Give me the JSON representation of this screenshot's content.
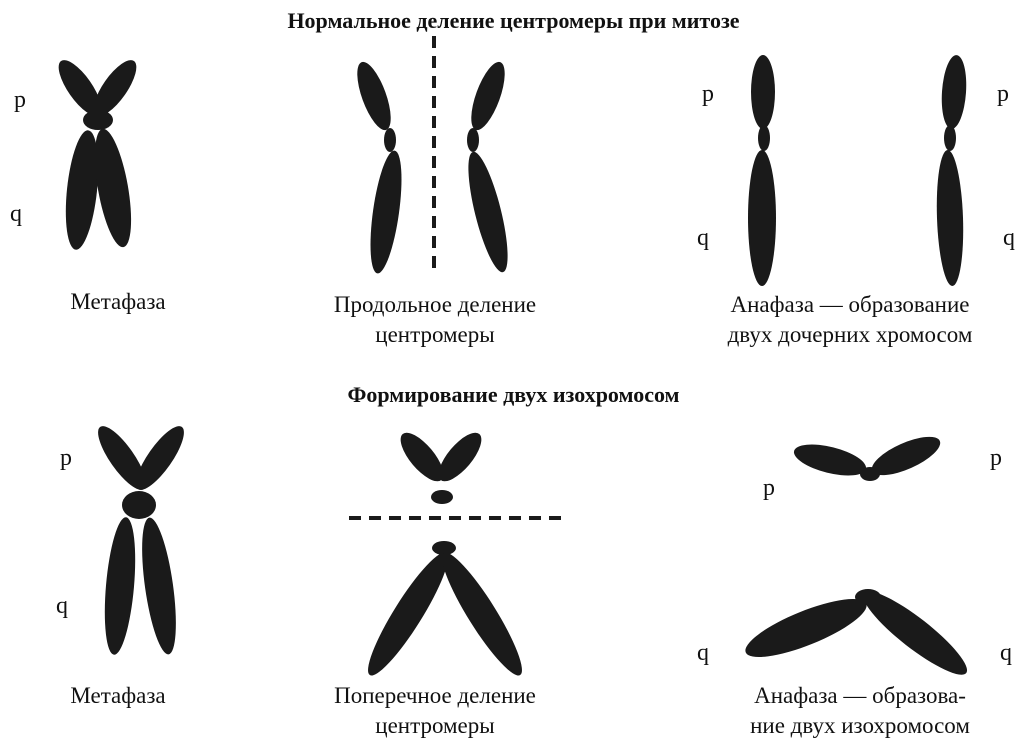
{
  "section1": {
    "title": "Нормальное деление центромеры при митозе",
    "panels": [
      {
        "caption_line1": "Метафаза",
        "caption_line2": ""
      },
      {
        "caption_line1": "Продольное деление",
        "caption_line2": "центромеры"
      },
      {
        "caption_line1": "Анафаза — образование",
        "caption_line2": "двух дочерних хромосом"
      }
    ]
  },
  "section2": {
    "title": "Формирование двух изохромосом",
    "panels": [
      {
        "caption_line1": "Метафаза",
        "caption_line2": ""
      },
      {
        "caption_line1": "Поперечное деление",
        "caption_line2": "центромеры"
      },
      {
        "caption_line1": "Анафаза — образова-",
        "caption_line2": "ние двух изохромосом"
      }
    ]
  },
  "arm_labels": {
    "p": "p",
    "q": "q"
  },
  "colors": {
    "chromosome": "#1a1a1a",
    "background": "#ffffff"
  }
}
